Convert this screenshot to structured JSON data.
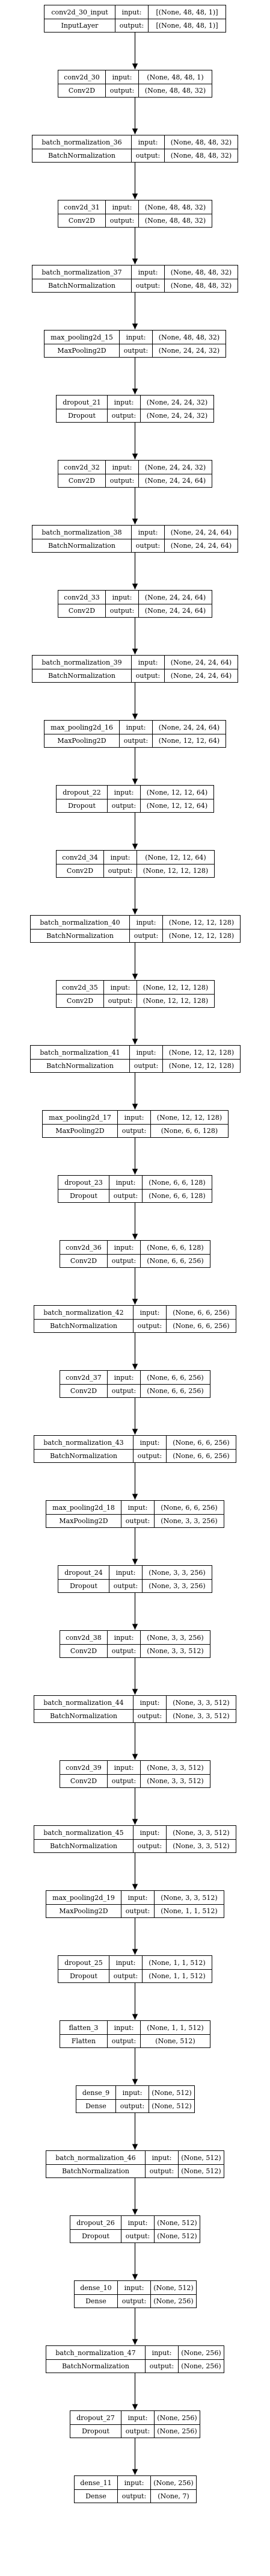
{
  "layers": [
    {
      "name": "conv2d_30_input",
      "type": "InputLayer",
      "input": "[(None, 48, 48, 1)]",
      "output": "[(None, 48, 48, 1)]"
    },
    {
      "name": "conv2d_30",
      "type": "Conv2D",
      "input": "(None, 48, 48, 1)",
      "output": "(None, 48, 48, 32)"
    },
    {
      "name": "batch_normalization_36",
      "type": "BatchNormalization",
      "input": "(None, 48, 48, 32)",
      "output": "(None, 48, 48, 32)"
    },
    {
      "name": "conv2d_31",
      "type": "Conv2D",
      "input": "(None, 48, 48, 32)",
      "output": "(None, 48, 48, 32)"
    },
    {
      "name": "batch_normalization_37",
      "type": "BatchNormalization",
      "input": "(None, 48, 48, 32)",
      "output": "(None, 48, 48, 32)"
    },
    {
      "name": "max_pooling2d_15",
      "type": "MaxPooling2D",
      "input": "(None, 48, 48, 32)",
      "output": "(None, 24, 24, 32)"
    },
    {
      "name": "dropout_21",
      "type": "Dropout",
      "input": "(None, 24, 24, 32)",
      "output": "(None, 24, 24, 32)"
    },
    {
      "name": "conv2d_32",
      "type": "Conv2D",
      "input": "(None, 24, 24, 32)",
      "output": "(None, 24, 24, 64)"
    },
    {
      "name": "batch_normalization_38",
      "type": "BatchNormalization",
      "input": "(None, 24, 24, 64)",
      "output": "(None, 24, 24, 64)"
    },
    {
      "name": "conv2d_33",
      "type": "Conv2D",
      "input": "(None, 24, 24, 64)",
      "output": "(None, 24, 24, 64)"
    },
    {
      "name": "batch_normalization_39",
      "type": "BatchNormalization",
      "input": "(None, 24, 24, 64)",
      "output": "(None, 24, 24, 64)"
    },
    {
      "name": "max_pooling2d_16",
      "type": "MaxPooling2D",
      "input": "(None, 24, 24, 64)",
      "output": "(None, 12, 12, 64)"
    },
    {
      "name": "dropout_22",
      "type": "Dropout",
      "input": "(None, 12, 12, 64)",
      "output": "(None, 12, 12, 64)"
    },
    {
      "name": "conv2d_34",
      "type": "Conv2D",
      "input": "(None, 12, 12, 64)",
      "output": "(None, 12, 12, 128)"
    },
    {
      "name": "batch_normalization_40",
      "type": "BatchNormalization",
      "input": "(None, 12, 12, 128)",
      "output": "(None, 12, 12, 128)"
    },
    {
      "name": "conv2d_35",
      "type": "Conv2D",
      "input": "(None, 12, 12, 128)",
      "output": "(None, 12, 12, 128)"
    },
    {
      "name": "batch_normalization_41",
      "type": "BatchNormalization",
      "input": "(None, 12, 12, 128)",
      "output": "(None, 12, 12, 128)"
    },
    {
      "name": "max_pooling2d_17",
      "type": "MaxPooling2D",
      "input": "(None, 12, 12, 128)",
      "output": "(None, 6, 6, 128)"
    },
    {
      "name": "dropout_23",
      "type": "Dropout",
      "input": "(None, 6, 6, 128)",
      "output": "(None, 6, 6, 128)"
    },
    {
      "name": "conv2d_36",
      "type": "Conv2D",
      "input": "(None, 6, 6, 128)",
      "output": "(None, 6, 6, 256)"
    },
    {
      "name": "batch_normalization_42",
      "type": "BatchNormalization",
      "input": "(None, 6, 6, 256)",
      "output": "(None, 6, 6, 256)"
    },
    {
      "name": "conv2d_37",
      "type": "Conv2D",
      "input": "(None, 6, 6, 256)",
      "output": "(None, 6, 6, 256)"
    },
    {
      "name": "batch_normalization_43",
      "type": "BatchNormalization",
      "input": "(None, 6, 6, 256)",
      "output": "(None, 6, 6, 256)"
    },
    {
      "name": "max_pooling2d_18",
      "type": "MaxPooling2D",
      "input": "(None, 6, 6, 256)",
      "output": "(None, 3, 3, 256)"
    },
    {
      "name": "dropout_24",
      "type": "Dropout",
      "input": "(None, 3, 3, 256)",
      "output": "(None, 3, 3, 256)"
    },
    {
      "name": "conv2d_38",
      "type": "Conv2D",
      "input": "(None, 3, 3, 256)",
      "output": "(None, 3, 3, 512)"
    },
    {
      "name": "batch_normalization_44",
      "type": "BatchNormalization",
      "input": "(None, 3, 3, 512)",
      "output": "(None, 3, 3, 512)"
    },
    {
      "name": "conv2d_39",
      "type": "Conv2D",
      "input": "(None, 3, 3, 512)",
      "output": "(None, 3, 3, 512)"
    },
    {
      "name": "batch_normalization_45",
      "type": "BatchNormalization",
      "input": "(None, 3, 3, 512)",
      "output": "(None, 3, 3, 512)"
    },
    {
      "name": "max_pooling2d_19",
      "type": "MaxPooling2D",
      "input": "(None, 3, 3, 512)",
      "output": "(None, 1, 1, 512)"
    },
    {
      "name": "dropout_25",
      "type": "Dropout",
      "input": "(None, 1, 1, 512)",
      "output": "(None, 1, 1, 512)"
    },
    {
      "name": "flatten_3",
      "type": "Flatten",
      "input": "(None, 1, 1, 512)",
      "output": "(None, 512)"
    },
    {
      "name": "dense_9",
      "type": "Dense",
      "input": "(None, 512)",
      "output": "(None, 512)"
    },
    {
      "name": "batch_normalization_46",
      "type": "BatchNormalization",
      "input": "(None, 512)",
      "output": "(None, 512)"
    },
    {
      "name": "dropout_26",
      "type": "Dropout",
      "input": "(None, 512)",
      "output": "(None, 512)"
    },
    {
      "name": "dense_10",
      "type": "Dense",
      "input": "(None, 512)",
      "output": "(None, 256)"
    },
    {
      "name": "batch_normalization_47",
      "type": "BatchNormalization",
      "input": "(None, 256)",
      "output": "(None, 256)"
    },
    {
      "name": "dropout_27",
      "type": "Dropout",
      "input": "(None, 256)",
      "output": "(None, 256)"
    },
    {
      "name": "dense_11",
      "type": "Dense",
      "input": "(None, 256)",
      "output": "(None, 7)"
    }
  ],
  "labels": {
    "input": "input:",
    "output": "output:"
  }
}
